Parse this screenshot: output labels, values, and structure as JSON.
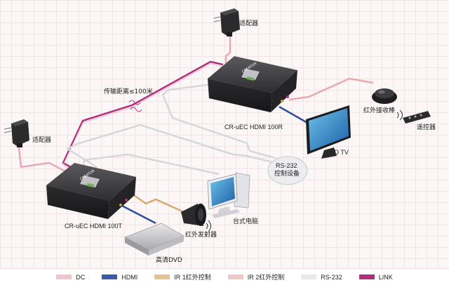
{
  "labels": {
    "adapter_top": "适配器",
    "adapter_left": "适配器",
    "transmission": "传输距离≤100米",
    "receiver_model": "CR-uEC HDMI 100R",
    "transmitter_model": "CR-uEC HDMI 100T",
    "hdtv": "HD TV",
    "ir_receiver": "红外接收棒",
    "remote": "遥控器",
    "rs232_line1": "RS-232",
    "rs232_line2": "控制设备",
    "desktop": "台式电脑",
    "ir_emitter": "红外发射器",
    "dvd": "高清DVD",
    "brand_top": "CREATOR",
    "brand_bottom": "CREATOR"
  },
  "legend": [
    {
      "label": "DC",
      "color": "#f2c4cc"
    },
    {
      "label": "HDMI",
      "color": "#3d5aa8"
    },
    {
      "label": "IR 1红外控制",
      "color": "#e6c294"
    },
    {
      "label": "IR 2红外控制",
      "color": "#f0c6c6"
    },
    {
      "label": "RS-232",
      "color": "#ece6ee"
    },
    {
      "label": "LINK",
      "color": "#b0307a"
    }
  ],
  "colors": {
    "dc": "#e6a9b6",
    "hdmi": "#2e4f9e",
    "ir1": "#d9a870",
    "ir2": "#e8aaaa",
    "rs232": "#cfcfd6",
    "link": "#b0307a",
    "device_body": "#3a3a3c"
  }
}
